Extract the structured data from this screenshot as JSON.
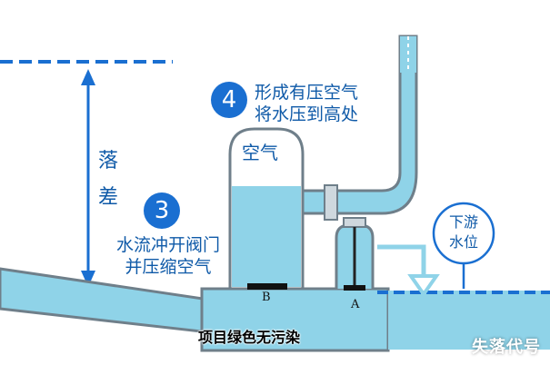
{
  "labels": {
    "drop_head": "落\n差",
    "step3_number": "3",
    "step3_text": "水流冲开阀门\n并压缩空气",
    "step4_number": "4",
    "step4_text": "形成有压空气\n将水压到高处",
    "air": "空气",
    "downstream_level": "下游\n水位",
    "valve_a": "A",
    "valve_b": "B",
    "caption": "项目绿色无污染"
  },
  "watermark": "失落代号",
  "colors": {
    "pipe_outline": "#6f7f8a",
    "water": "#8fd3e8",
    "water_dark": "#6cc3de",
    "level_blue": "#1a6fd1",
    "text_blue": "#0f5aa8",
    "air": "#ffffff"
  }
}
